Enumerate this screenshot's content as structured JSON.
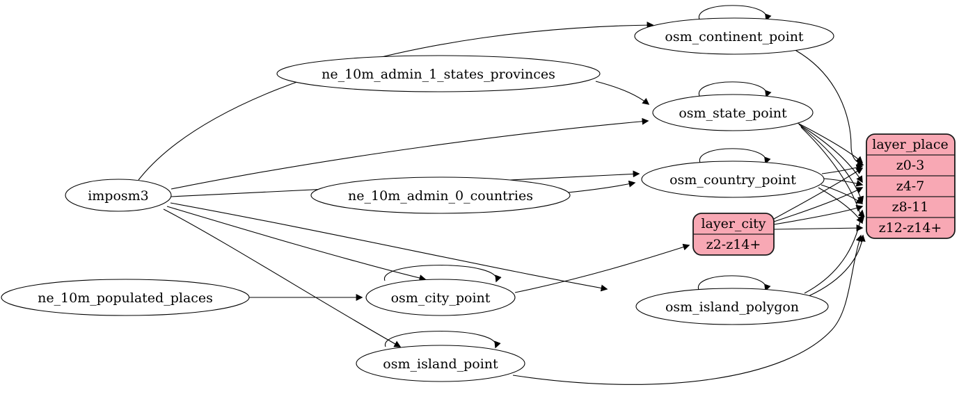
{
  "diagram": {
    "type": "etl-graph",
    "background_color": "#ffffff",
    "table_node_fill": "#ffffff",
    "layer_node_fill": "#f8a8b4",
    "edge_color": "#000000",
    "nodes": {
      "imposm3": {
        "label": "imposm3",
        "kind": "source"
      },
      "ne_10m_admin_1_states_provinces": {
        "label": "ne_10m_admin_1_states_provinces",
        "kind": "source"
      },
      "ne_10m_admin_0_countries": {
        "label": "ne_10m_admin_0_countries",
        "kind": "source"
      },
      "ne_10m_populated_places": {
        "label": "ne_10m_populated_places",
        "kind": "source"
      },
      "osm_continent_point": {
        "label": "osm_continent_point",
        "kind": "table"
      },
      "osm_state_point": {
        "label": "osm_state_point",
        "kind": "table"
      },
      "osm_country_point": {
        "label": "osm_country_point",
        "kind": "table"
      },
      "osm_city_point": {
        "label": "osm_city_point",
        "kind": "table"
      },
      "osm_island_polygon": {
        "label": "osm_island_polygon",
        "kind": "table"
      },
      "osm_island_point": {
        "label": "osm_island_point",
        "kind": "table"
      },
      "layer_city": {
        "title": "layer_city",
        "rows": [
          "z2-z14+"
        ],
        "kind": "layer"
      },
      "layer_place": {
        "title": "layer_place",
        "rows": [
          "z0-3",
          "z4-7",
          "z8-11",
          "z12-z14+"
        ],
        "kind": "layer"
      }
    },
    "edges": [
      {
        "from": "imposm3",
        "to": "osm_continent_point"
      },
      {
        "from": "imposm3",
        "to": "osm_state_point"
      },
      {
        "from": "imposm3",
        "to": "osm_country_point"
      },
      {
        "from": "imposm3",
        "to": "osm_city_point"
      },
      {
        "from": "imposm3",
        "to": "osm_island_polygon"
      },
      {
        "from": "imposm3",
        "to": "osm_island_point"
      },
      {
        "from": "ne_10m_admin_1_states_provinces",
        "to": "osm_state_point"
      },
      {
        "from": "ne_10m_admin_0_countries",
        "to": "osm_country_point"
      },
      {
        "from": "ne_10m_populated_places",
        "to": "osm_city_point"
      },
      {
        "from": "osm_continent_point",
        "to": "osm_continent_point"
      },
      {
        "from": "osm_state_point",
        "to": "osm_state_point"
      },
      {
        "from": "osm_country_point",
        "to": "osm_country_point"
      },
      {
        "from": "osm_city_point",
        "to": "osm_city_point"
      },
      {
        "from": "osm_island_polygon",
        "to": "osm_island_polygon"
      },
      {
        "from": "osm_island_point",
        "to": "osm_island_point"
      },
      {
        "from": "osm_continent_point",
        "to": "layer_place:z0-3"
      },
      {
        "from": "osm_state_point",
        "to": "layer_place:z0-3"
      },
      {
        "from": "osm_state_point",
        "to": "layer_place:z4-7"
      },
      {
        "from": "osm_state_point",
        "to": "layer_place:z8-11"
      },
      {
        "from": "osm_state_point",
        "to": "layer_place:z12-z14+"
      },
      {
        "from": "osm_country_point",
        "to": "layer_place:z0-3"
      },
      {
        "from": "osm_country_point",
        "to": "layer_place:z4-7"
      },
      {
        "from": "osm_country_point",
        "to": "layer_place:z8-11"
      },
      {
        "from": "osm_country_point",
        "to": "layer_place:z12-z14+"
      },
      {
        "from": "osm_city_point",
        "to": "layer_city:z2-z14+"
      },
      {
        "from": "layer_city",
        "to": "layer_place:z0-3"
      },
      {
        "from": "layer_city",
        "to": "layer_place:z4-7"
      },
      {
        "from": "layer_city",
        "to": "layer_place:z8-11"
      },
      {
        "from": "layer_city",
        "to": "layer_place:z12-z14+"
      },
      {
        "from": "osm_island_polygon",
        "to": "layer_place:z8-11"
      },
      {
        "from": "osm_island_polygon",
        "to": "layer_place:z12-z14+"
      },
      {
        "from": "osm_island_point",
        "to": "layer_place:z12-z14+"
      }
    ]
  }
}
